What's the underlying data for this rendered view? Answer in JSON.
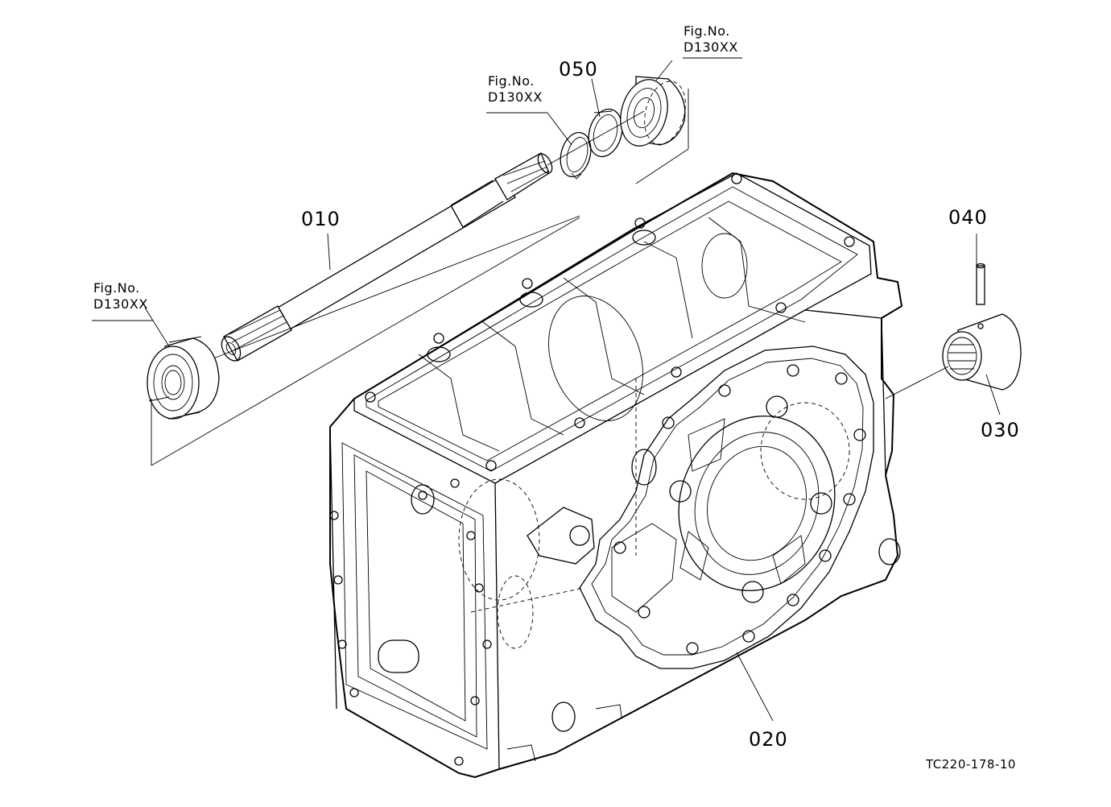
{
  "labels": {
    "part_010": "010",
    "part_020": "020",
    "part_030": "030",
    "part_040": "040",
    "part_050": "050",
    "fig_ref_1": {
      "line1": "Fig.No.",
      "line2": "D130XX"
    },
    "fig_ref_2": {
      "line1": "Fig.No.",
      "line2": "D130XX"
    },
    "fig_ref_3": {
      "line1": "Fig.No.",
      "line2": "D130XX"
    },
    "drawing_number": "TC220-178-10"
  }
}
